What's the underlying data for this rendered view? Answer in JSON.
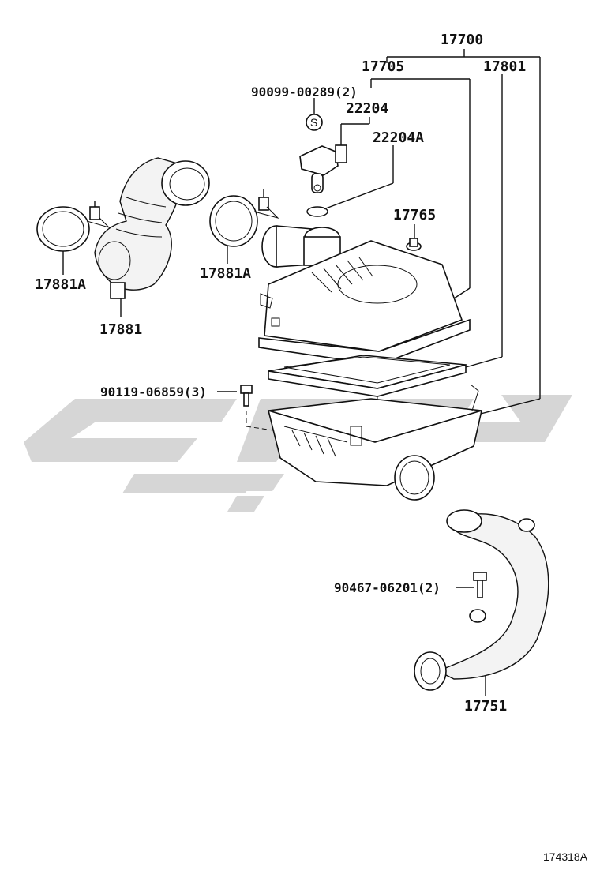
{
  "diagram": {
    "callouts": {
      "assembly": "17700",
      "cap_sub_assy": "17705",
      "element": "17801",
      "screw_1": "90099-00289(2)",
      "sensor": "22204",
      "o_ring": "22204A",
      "grommet": "17765",
      "clamp_left": "17881A",
      "clamp_right": "17881A",
      "hose": "17881",
      "bolt_case": "90119-06859(3)",
      "bolt_pipe": "90467-06201(2)",
      "inlet_pipe": "17751",
      "s_mark": "S"
    },
    "reference_code": "174318A",
    "watermark": {
      "color": "#d6d6d6"
    }
  }
}
